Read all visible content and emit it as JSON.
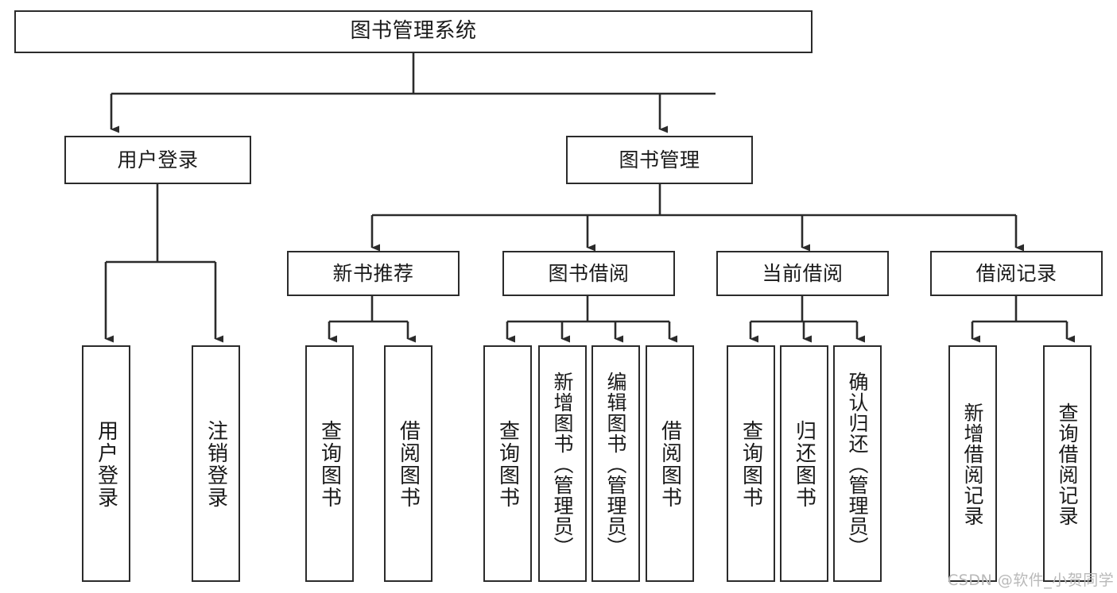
{
  "diagram": {
    "title": "图书管理系统",
    "type": "tree-hierarchy-chart",
    "watermark": "CSDN @软件_小贺同学",
    "colors": {
      "stroke": "#2b2b2b",
      "fill": "#ffffff",
      "text": "#1a1a1a",
      "watermark": "#b9b9b9"
    },
    "nodes": {
      "root": {
        "label": "图书管理系统"
      },
      "level2": [
        {
          "id": "user-login",
          "label": "用户登录"
        },
        {
          "id": "book-manage",
          "label": "图书管理"
        }
      ],
      "level3": [
        {
          "id": "new-book-recommend",
          "label": "新书推荐"
        },
        {
          "id": "book-borrow",
          "label": "图书借阅"
        },
        {
          "id": "current-borrow",
          "label": "当前借阅"
        },
        {
          "id": "borrow-record",
          "label": "借阅记录"
        }
      ],
      "leaves": {
        "user-login": [
          {
            "id": "leaf-user-login",
            "label": "用户登录"
          },
          {
            "id": "leaf-logout",
            "label": "注销登录"
          }
        ],
        "new-book-recommend": [
          {
            "id": "leaf-query-book-1",
            "label": "查询图书"
          },
          {
            "id": "leaf-borrow-book-1",
            "label": "借阅图书"
          }
        ],
        "book-borrow": [
          {
            "id": "leaf-query-book-2",
            "label": "查询图书"
          },
          {
            "id": "leaf-add-book",
            "label": "新增图书（管理员）"
          },
          {
            "id": "leaf-edit-book",
            "label": "编辑图书（管理员）"
          },
          {
            "id": "leaf-borrow-book-2",
            "label": "借阅图书"
          }
        ],
        "current-borrow": [
          {
            "id": "leaf-query-book-3",
            "label": "查询图书"
          },
          {
            "id": "leaf-return-book",
            "label": "归还图书"
          },
          {
            "id": "leaf-confirm-return",
            "label": "确认归还（管理员）"
          }
        ],
        "borrow-record": [
          {
            "id": "leaf-add-record",
            "label": "新增借阅记录"
          },
          {
            "id": "leaf-query-record",
            "label": "查询借阅记录"
          }
        ]
      }
    }
  }
}
